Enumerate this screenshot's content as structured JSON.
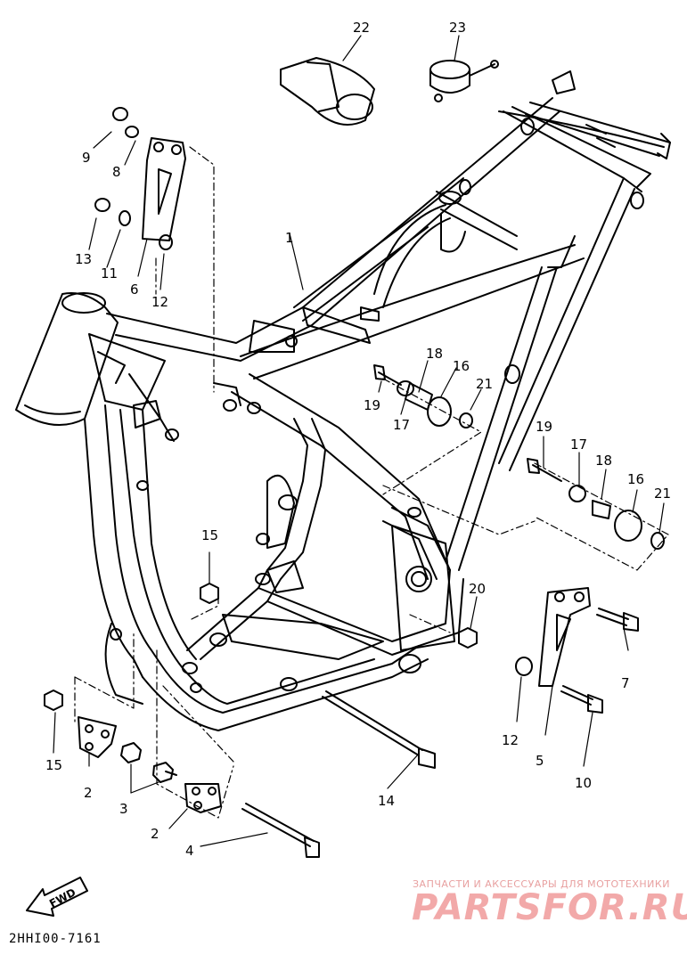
{
  "diagram": {
    "code": "2HHI00-7161",
    "fwd_label": "FWD",
    "callouts": [
      "22",
      "23",
      "9",
      "8",
      "13",
      "11",
      "6",
      "12",
      "1",
      "18",
      "16",
      "19",
      "21",
      "17",
      "19",
      "17",
      "18",
      "16",
      "21",
      "15",
      "20",
      "7",
      "12",
      "5",
      "10",
      "15",
      "2",
      "3",
      "14",
      "2",
      "4"
    ]
  },
  "watermark": {
    "tagline": "ЗАПЧАСТИ И АКСЕССУАРЫ ДЛЯ МОТОТЕХНИКИ",
    "brand": "PARTSFOR.RU"
  },
  "colors": {
    "line": "#000000",
    "background": "#ffffff",
    "watermark": "#f2a9a9"
  }
}
